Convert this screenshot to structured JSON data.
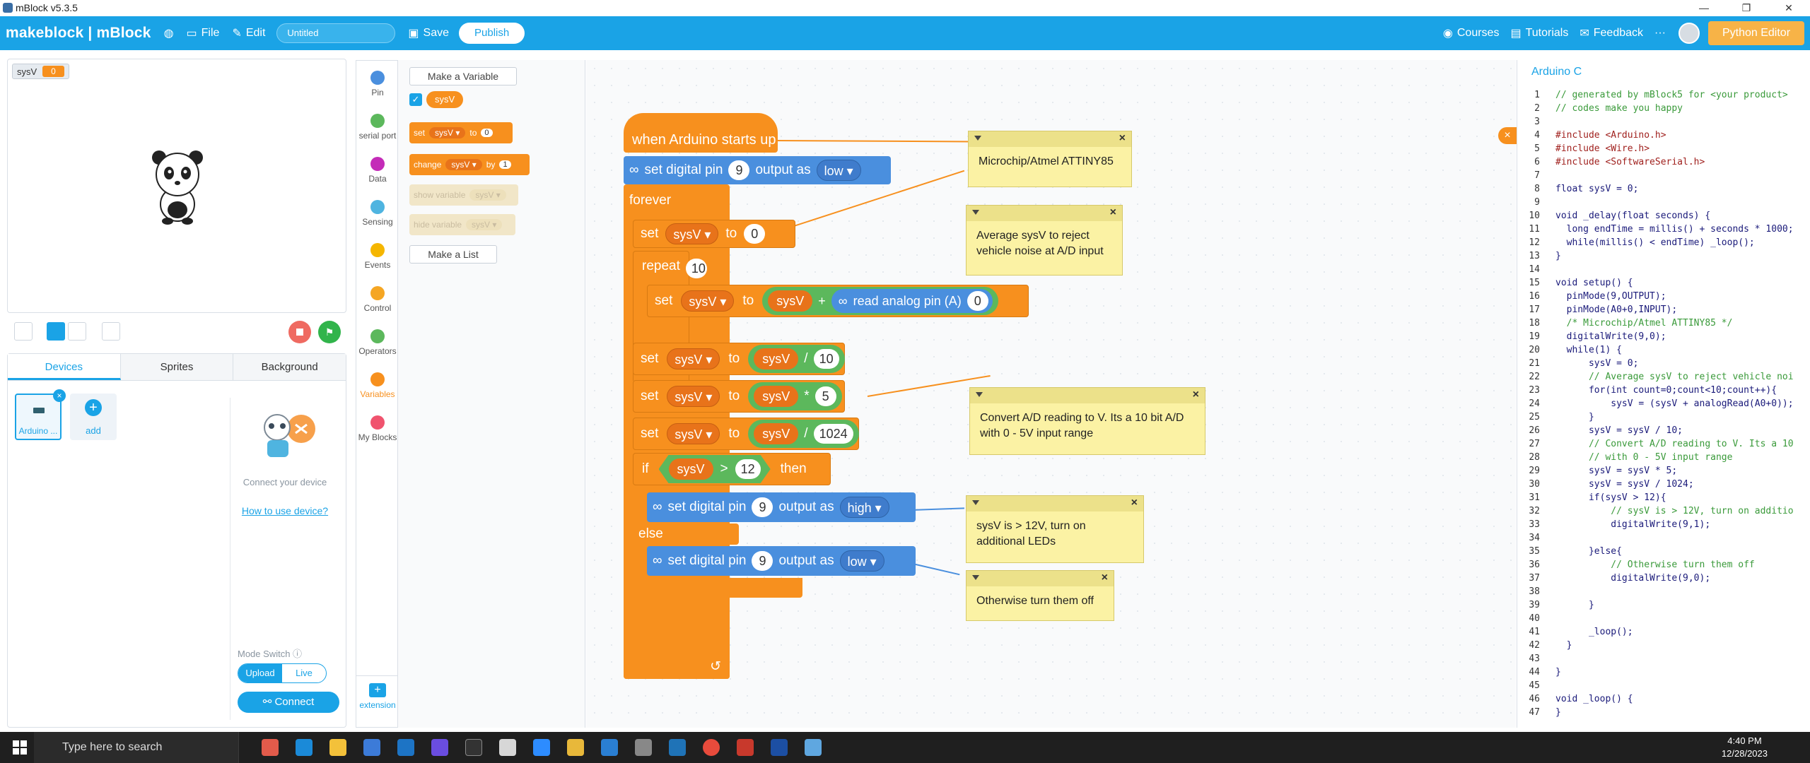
{
  "window": {
    "title": "mBlock v5.3.5"
  },
  "menubar": {
    "brand": "makeblock | mBlock",
    "file": "File",
    "edit": "Edit",
    "project_title": "Untitled",
    "save": "Save",
    "publish": "Publish",
    "courses": "Courses",
    "tutorials": "Tutorials",
    "feedback": "Feedback",
    "more": "···",
    "python_editor": "Python Editor"
  },
  "stage": {
    "variable_name": "sysV",
    "variable_value": "0"
  },
  "devices": {
    "tabs": [
      "Devices",
      "Sprites",
      "Background"
    ],
    "device_label": "Arduino ...",
    "add_label": "add",
    "connect_hint": "Connect your device",
    "how_to": "How to use device?",
    "mode_switch_label": "Mode Switch",
    "mode_upload": "Upload",
    "mode_live": "Live",
    "connect_button": "Connect"
  },
  "categories": [
    {
      "label": "Pin",
      "color": "#4a8fde"
    },
    {
      "label": "serial port",
      "color": "#5cb85c"
    },
    {
      "label": "Data",
      "color": "#c42bb8"
    },
    {
      "label": "Sensing",
      "color": "#4fb4e0"
    },
    {
      "label": "Events",
      "color": "#f5b600"
    },
    {
      "label": "Control",
      "color": "#f5a623"
    },
    {
      "label": "Operators",
      "color": "#5cb85c"
    },
    {
      "label": "Variables",
      "color": "#f7901e"
    },
    {
      "label": "My Blocks",
      "color": "#f0536e"
    }
  ],
  "extension_label": "extension",
  "palette": {
    "make_variable": "Make a Variable",
    "variable": "sysV",
    "set_block": {
      "verb": "set",
      "var": "sysV ▾",
      "to": "to",
      "value": "0"
    },
    "change_block": {
      "verb": "change",
      "var": "sysV ▾",
      "by": "by",
      "value": "1"
    },
    "show_block": {
      "verb": "show variable",
      "var": "sysV ▾"
    },
    "hide_block": {
      "verb": "hide variable",
      "var": "sysV ▾"
    },
    "make_list": "Make a List"
  },
  "script": {
    "hat": "when Arduino starts up",
    "set_digital_pin": "set digital pin",
    "output_as": "output as",
    "pin9": "9",
    "low": "low ▾",
    "high": "high ▾",
    "forever": "forever",
    "set": "set",
    "to": "to",
    "var": "sysV ▾",
    "var_reporter": "sysV",
    "zero": "0",
    "repeat": "repeat",
    "ten": "10",
    "plus": "+",
    "read_analog": "read analog pin  (A)",
    "analog_pin": "0",
    "divide": "/",
    "multiply": "*",
    "five": "5",
    "n1024": "1024",
    "if": "if",
    "gt": ">",
    "twelve": "12",
    "then": "then",
    "else": "else",
    "loop_arrow": "↺"
  },
  "comments": {
    "c1": "Microchip/Atmel ATTINY85",
    "c2": "Average sysV to reject vehicle noise at A/D input",
    "c3": "Convert A/D reading to V. Its a 10 bit A/D with 0 - 5V input range",
    "c4": "sysV is > 12V, turn on additional LEDs",
    "c5": "Otherwise turn them off"
  },
  "code_panel": {
    "title": "Arduino C",
    "lines": [
      "// generated by mBlock5 for <your product>",
      "// codes make you happy",
      "",
      "#include <Arduino.h>",
      "#include <Wire.h>",
      "#include <SoftwareSerial.h>",
      "",
      "float sysV = 0;",
      "",
      "void _delay(float seconds) {",
      "  long endTime = millis() + seconds * 1000;",
      "  while(millis() < endTime) _loop();",
      "}",
      "",
      "void setup() {",
      "  pinMode(9,OUTPUT);",
      "  pinMode(A0+0,INPUT);",
      "  /* Microchip/Atmel ATTINY85 */",
      "  digitalWrite(9,0);",
      "  while(1) {",
      "      sysV = 0;",
      "      // Average sysV to reject vehicle noi",
      "      for(int count=0;count<10;count++){",
      "          sysV = (sysV + analogRead(A0+0));",
      "      }",
      "      sysV = sysV / 10;",
      "      // Convert A/D reading to V. Its a 10",
      "      // with 0 - 5V input range",
      "      sysV = sysV * 5;",
      "      sysV = sysV / 1024;",
      "      if(sysV > 12){",
      "          // sysV is > 12V, turn on additio",
      "          digitalWrite(9,1);",
      "",
      "      }else{",
      "          // Otherwise turn them off",
      "          digitalWrite(9,0);",
      "",
      "      }",
      "",
      "      _loop();",
      "  }",
      "",
      "}",
      "",
      "void _loop() {",
      "}"
    ]
  },
  "taskbar": {
    "search_placeholder": "Type here to search",
    "time": "4:40 PM",
    "date": "12/28/2023"
  }
}
